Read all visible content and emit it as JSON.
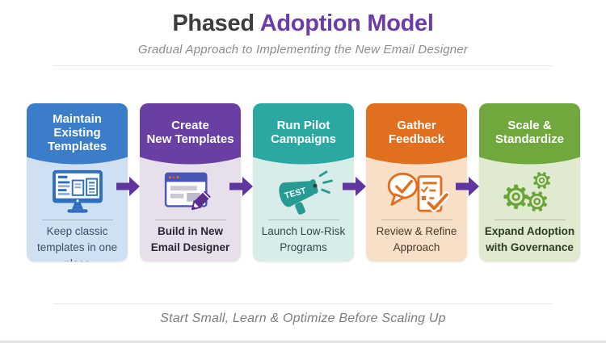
{
  "title": {
    "prefix": "Phased",
    "highlight": "Adoption Model"
  },
  "subtitle": "Gradual Approach to Implementing the New Email Designer",
  "footer": "Start Small, Learn & Optimize Before Scaling Up",
  "colors": {
    "title_text": "#3d3d3d",
    "title_accent": "#6a3da8",
    "subtitle_text": "#8c8c8c",
    "arrow": "#5f35a0",
    "background": "#ffffff",
    "divider": "#e6e6e6"
  },
  "cards": [
    {
      "id": "maintain-existing-templates",
      "header_lines": [
        "Maintain",
        "Existing",
        "Templates"
      ],
      "body_text": "Keep classic templates in one place",
      "icon": "desktop-monitor-templates-icon",
      "header_color": "#3b7dc9",
      "body_color": "#cfe0f2",
      "icon_color": "#2e6fc0",
      "text_color": "#3f4d68"
    },
    {
      "id": "create-new-templates",
      "header_lines": [
        "Create",
        "New Templates"
      ],
      "body_text": "Build in New Email Designer",
      "icon": "browser-window-pencil-icon",
      "header_color": "#6a3fa4",
      "body_color": "#e7dfec",
      "icon_color": "#5b2d90",
      "text_color": "#2c2438"
    },
    {
      "id": "run-pilot-campaigns",
      "header_lines": [
        "Run Pilot",
        "Campaigns"
      ],
      "body_text": "Launch Low-Risk Programs",
      "icon": "megaphone-test-icon",
      "icon_label": "TEST",
      "header_color": "#2ba8a1",
      "body_color": "#d8ece9",
      "icon_color": "#279a94",
      "text_color": "#31494c"
    },
    {
      "id": "gather-feedback",
      "header_lines": [
        "Gather",
        "Feedback"
      ],
      "body_text": "Review & Refine Approach",
      "icon": "speech-bubble-checklist-icon",
      "header_color": "#e0701f",
      "body_color": "#f8dfc8",
      "icon_color": "#e0701f",
      "text_color": "#4a3a2b"
    },
    {
      "id": "scale-standardize",
      "header_lines": [
        "Scale &",
        "Standardize"
      ],
      "body_text": "Expand Adoption with Governance",
      "icon": "gears-icon",
      "header_color": "#70a83e",
      "body_color": "#dfead0",
      "icon_color": "#6ba437",
      "text_color": "#2f3a22"
    }
  ]
}
